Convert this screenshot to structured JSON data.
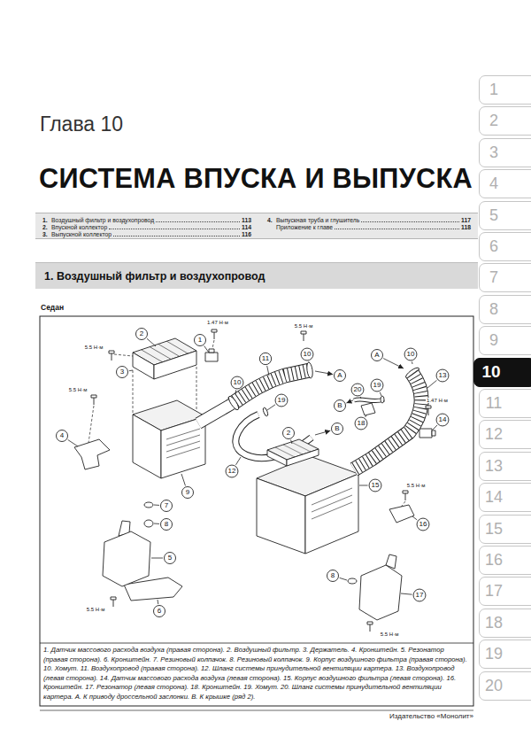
{
  "diagram": {
    "title": "СИСТЕМА ВПУСКА И ВЫПУСКА",
    "caption": "1. Датчик массового расхода воздуха (правая сторона). 2. Воздушный фильтр. 3. Держатель. 4. Кронштейн. 5. Резонатор (правая сторона). 6. Кронштейн. 7. Резиновый колпачок. 8. Резиновый колпачок. 9. Корпус воздушного фильтра (правая сторона). 10. Хомут. 11. Воздухопровод (правая сторона). 12. Шланг системы принудительной вентиляции картера. 13. Воздухопровод (левая сторона). 14. Датчик массового расхода воздуха (левая сторона). 15. Корпус воздушного фильтра (левая сторона). 16. Кронштейн. 17. Резонатор (левая сторона). 18. Кронштейн. 19. Хомут. 20. Шланг системы принудительной вентиляции картера. A. К приводу дроссельной заслонки. B. К крышке (ряд 2).",
    "nodes": [
      {
        "text": [
          "1.",
          "Воздушный фильтр и воздухопровод",
          "113",
          "2.",
          "Впускной коллектор",
          "114",
          "3.",
          "Выпускной коллектор",
          "116",
          "4.",
          "Выпускная труба и глушитель",
          "117",
          "Приложение к главе",
          "118"
        ]
      },
      {
        "text": [
          "1. Воздушный фильтр и воздухопровод"
        ]
      },
      {
        "text": [
          "1"
        ]
      },
      {
        "text": [
          "2"
        ]
      },
      {
        "text": [
          "3"
        ]
      },
      {
        "text": [
          "4"
        ]
      },
      {
        "text": [
          "5"
        ]
      },
      {
        "text": [
          "6"
        ]
      },
      {
        "text": [
          "7"
        ]
      },
      {
        "text": [
          "8"
        ]
      },
      {
        "text": [
          "9"
        ]
      },
      {
        "text": [
          "10"
        ]
      },
      {
        "text": [
          "11"
        ]
      },
      {
        "text": [
          "12"
        ]
      },
      {
        "text": [
          "13"
        ]
      },
      {
        "text": [
          "14"
        ]
      },
      {
        "text": [
          "15"
        ]
      },
      {
        "text": [
          "16"
        ]
      },
      {
        "text": [
          "17"
        ]
      },
      {
        "text": [
          "18"
        ]
      },
      {
        "text": [
          "19"
        ]
      },
      {
        "text": [
          "20"
        ]
      }
    ],
    "labels": [
      "Глава 10",
      "Седан",
      "1.47 Н·м",
      "1",
      "2",
      "3",
      "5.5 Н·м",
      "5.5 Н·м",
      "11",
      "10",
      "A",
      "10",
      "A",
      "10",
      "20",
      "19",
      "18",
      "1.47 Н·м",
      "14",
      "19",
      "B",
      "B",
      "5.5 Н·м",
      "4",
      "9",
      "12",
      "2",
      "15",
      "5.5 Н·м",
      "16",
      "7",
      "8",
      "5",
      "5.5 Н·м",
      "6",
      "8",
      "17",
      "13",
      "5.5 Н·м",
      "Издательство «Монолит»"
    ]
  }
}
